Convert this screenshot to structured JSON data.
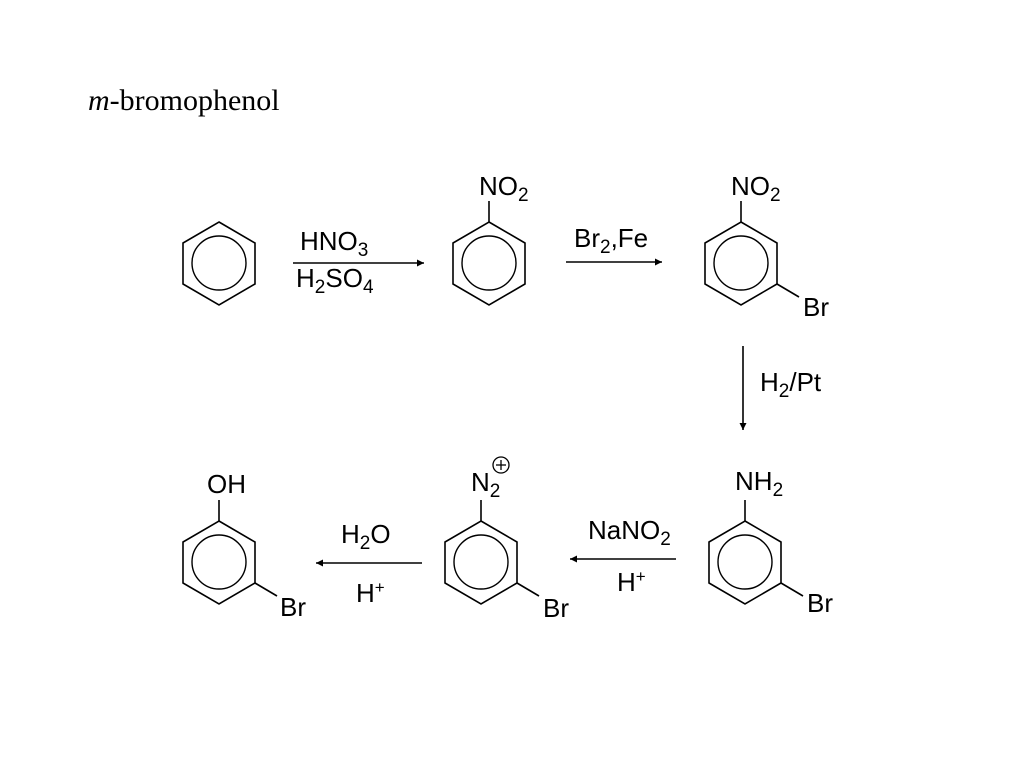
{
  "title": {
    "italic": "m",
    "rest": "-bromophenol"
  },
  "compounds": [
    {
      "id": "benzene",
      "labels": []
    },
    {
      "id": "nitrobenzene",
      "labels": [
        {
          "base": "NO",
          "sub": "2"
        }
      ]
    },
    {
      "id": "m-bromonitrobenzene",
      "labels": [
        {
          "base": "NO",
          "sub": "2"
        },
        {
          "base": "Br"
        }
      ]
    },
    {
      "id": "m-bromoaniline",
      "labels": [
        {
          "base": "NH",
          "sub": "2"
        },
        {
          "base": "Br"
        }
      ]
    },
    {
      "id": "m-bromobenzenediazonium",
      "labels": [
        {
          "base": "N",
          "sub": "2",
          "charge": "+"
        },
        {
          "base": "Br"
        }
      ]
    },
    {
      "id": "m-bromophenol",
      "labels": [
        {
          "base": "OH"
        },
        {
          "base": "Br"
        }
      ]
    }
  ],
  "steps": [
    {
      "id": "nitration",
      "above": {
        "a": "HNO",
        "sub": "3"
      },
      "below": {
        "a": "H",
        "sub1": "2",
        "b": "SO",
        "sub2": "4"
      }
    },
    {
      "id": "bromination",
      "above": {
        "a": "Br",
        "sub": "2",
        "b": ",Fe"
      }
    },
    {
      "id": "reduction",
      "side": {
        "a": "H",
        "sub": "2",
        "b": "/Pt"
      }
    },
    {
      "id": "diazotization",
      "above": {
        "a": "NaNO",
        "sub": "2"
      },
      "below": {
        "a": "H",
        "sup": "+"
      }
    },
    {
      "id": "hydrolysis",
      "above": {
        "a": "H",
        "sub": "2",
        "b": "O"
      },
      "below": {
        "a": "H",
        "sup": "+"
      }
    }
  ],
  "colors": {
    "ink": "#000000",
    "background": "#ffffff"
  }
}
